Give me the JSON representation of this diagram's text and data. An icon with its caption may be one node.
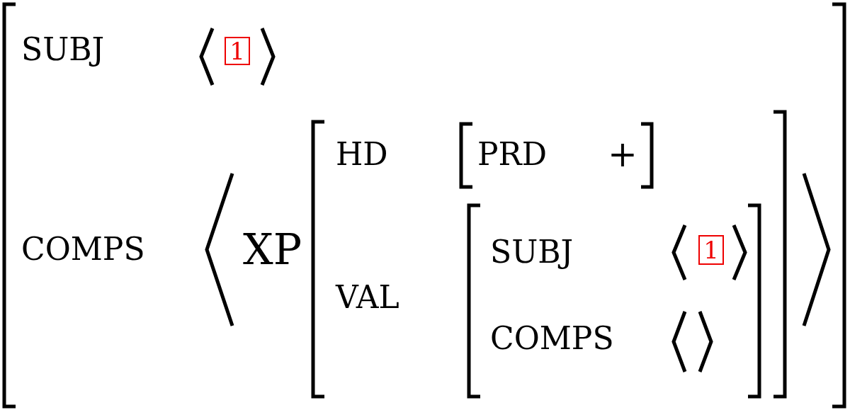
{
  "diagram": {
    "nodes": [
      {
        "text": [
          "1"
        ]
      },
      {
        "text": [
          "1"
        ]
      }
    ],
    "labels": [
      "SUBJ",
      "COMPS",
      "XP",
      "HD",
      "PRD",
      "+",
      "VAL",
      "SUBJ",
      "COMPS"
    ]
  }
}
